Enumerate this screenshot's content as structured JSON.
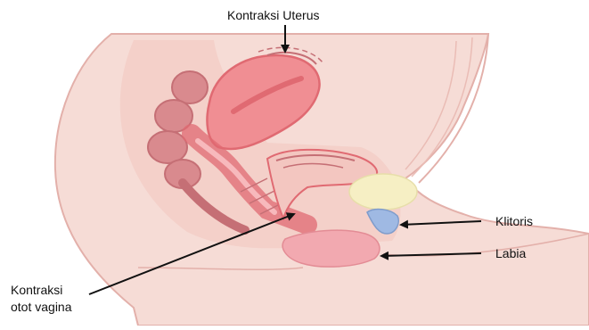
{
  "labels": {
    "uterus_contraction": "Kontraksi Uterus",
    "clitoris": "Klitoris",
    "labia": "Labia",
    "vaginal_muscle_line1": "Kontraksi",
    "vaginal_muscle_line2": "otot vagina"
  },
  "colors": {
    "skin": "#f6dcd6",
    "skin_outline": "#e3b0aa",
    "inner_tissue": "#f3c6c0",
    "uterus": "#f08e93",
    "uterus_dark": "#e06a72",
    "rectum": "#d98a8e",
    "rectum_dark": "#c56f75",
    "bladder_fat": "#f6efc4",
    "clitoris": "#9fb9e3",
    "labia": "#f2a9b0",
    "arrow": "#111111"
  }
}
